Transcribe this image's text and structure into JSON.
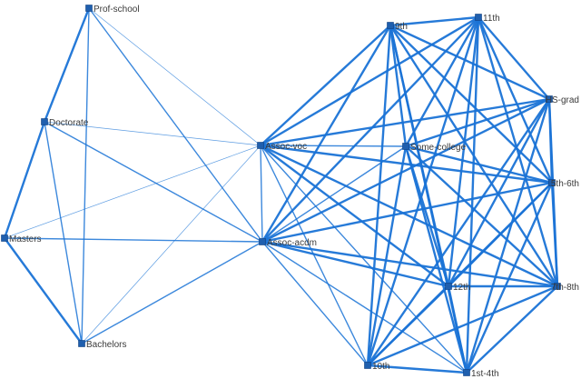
{
  "graph": {
    "edge_color": "#1a73d6",
    "node_color": "#1f5fae",
    "nodes": [
      {
        "id": "prof-school",
        "label": "Prof-school"
      },
      {
        "id": "doctorate",
        "label": "Doctorate"
      },
      {
        "id": "masters",
        "label": "Masters"
      },
      {
        "id": "bachelors",
        "label": "Bachelors"
      },
      {
        "id": "assoc-voc",
        "label": "Assoc-voc"
      },
      {
        "id": "assoc-acdm",
        "label": "Assoc-acdm"
      },
      {
        "id": "9th",
        "label": "9th"
      },
      {
        "id": "11th",
        "label": "11th"
      },
      {
        "id": "hs-grad",
        "label": "HS-grad"
      },
      {
        "id": "some-college",
        "label": "Some-college"
      },
      {
        "id": "5th-6th",
        "label": "5th-6th"
      },
      {
        "id": "12th",
        "label": "12th"
      },
      {
        "id": "7th-8th",
        "label": "7th-8th"
      },
      {
        "id": "10th",
        "label": "10th"
      },
      {
        "id": "1st-4th",
        "label": "1st-4th"
      }
    ],
    "edges": [
      {
        "source": "prof-school",
        "target": "doctorate",
        "weight": "strong"
      },
      {
        "source": "prof-school",
        "target": "bachelors",
        "weight": "medium"
      },
      {
        "source": "prof-school",
        "target": "assoc-voc",
        "weight": "weak"
      },
      {
        "source": "prof-school",
        "target": "assoc-acdm",
        "weight": "medium"
      },
      {
        "source": "doctorate",
        "target": "masters",
        "weight": "strong"
      },
      {
        "source": "doctorate",
        "target": "bachelors",
        "weight": "medium"
      },
      {
        "source": "doctorate",
        "target": "assoc-voc",
        "weight": "weak"
      },
      {
        "source": "doctorate",
        "target": "assoc-acdm",
        "weight": "medium"
      },
      {
        "source": "masters",
        "target": "bachelors",
        "weight": "strong"
      },
      {
        "source": "masters",
        "target": "assoc-voc",
        "weight": "weak"
      },
      {
        "source": "masters",
        "target": "assoc-acdm",
        "weight": "medium"
      },
      {
        "source": "bachelors",
        "target": "assoc-voc",
        "weight": "weak"
      },
      {
        "source": "bachelors",
        "target": "assoc-acdm",
        "weight": "medium"
      },
      {
        "source": "assoc-voc",
        "target": "assoc-acdm",
        "weight": "medium"
      },
      {
        "source": "assoc-voc",
        "target": "9th",
        "weight": "strong"
      },
      {
        "source": "assoc-voc",
        "target": "11th",
        "weight": "strong"
      },
      {
        "source": "assoc-voc",
        "target": "hs-grad",
        "weight": "strong"
      },
      {
        "source": "assoc-voc",
        "target": "some-college",
        "weight": "medium"
      },
      {
        "source": "assoc-voc",
        "target": "5th-6th",
        "weight": "strong"
      },
      {
        "source": "assoc-voc",
        "target": "12th",
        "weight": "strong"
      },
      {
        "source": "assoc-voc",
        "target": "7th-8th",
        "weight": "strong"
      },
      {
        "source": "assoc-voc",
        "target": "10th",
        "weight": "medium"
      },
      {
        "source": "assoc-voc",
        "target": "1st-4th",
        "weight": "medium"
      },
      {
        "source": "assoc-acdm",
        "target": "9th",
        "weight": "strong"
      },
      {
        "source": "assoc-acdm",
        "target": "11th",
        "weight": "strong"
      },
      {
        "source": "assoc-acdm",
        "target": "hs-grad",
        "weight": "strong"
      },
      {
        "source": "assoc-acdm",
        "target": "some-college",
        "weight": "medium"
      },
      {
        "source": "assoc-acdm",
        "target": "5th-6th",
        "weight": "strong"
      },
      {
        "source": "assoc-acdm",
        "target": "12th",
        "weight": "strong"
      },
      {
        "source": "assoc-acdm",
        "target": "7th-8th",
        "weight": "strong"
      },
      {
        "source": "assoc-acdm",
        "target": "10th",
        "weight": "medium"
      },
      {
        "source": "assoc-acdm",
        "target": "1st-4th",
        "weight": "medium"
      },
      {
        "source": "9th",
        "target": "11th",
        "weight": "strong"
      },
      {
        "source": "9th",
        "target": "hs-grad",
        "weight": "strong"
      },
      {
        "source": "9th",
        "target": "some-college",
        "weight": "strong"
      },
      {
        "source": "9th",
        "target": "5th-6th",
        "weight": "strong"
      },
      {
        "source": "9th",
        "target": "12th",
        "weight": "strong"
      },
      {
        "source": "9th",
        "target": "7th-8th",
        "weight": "strong"
      },
      {
        "source": "9th",
        "target": "10th",
        "weight": "strong"
      },
      {
        "source": "9th",
        "target": "1st-4th",
        "weight": "strong"
      },
      {
        "source": "11th",
        "target": "hs-grad",
        "weight": "strong"
      },
      {
        "source": "11th",
        "target": "some-college",
        "weight": "strong"
      },
      {
        "source": "11th",
        "target": "5th-6th",
        "weight": "strong"
      },
      {
        "source": "11th",
        "target": "12th",
        "weight": "strong"
      },
      {
        "source": "11th",
        "target": "7th-8th",
        "weight": "strong"
      },
      {
        "source": "11th",
        "target": "10th",
        "weight": "strong"
      },
      {
        "source": "11th",
        "target": "1st-4th",
        "weight": "strong"
      },
      {
        "source": "hs-grad",
        "target": "some-college",
        "weight": "strong"
      },
      {
        "source": "hs-grad",
        "target": "5th-6th",
        "weight": "strong"
      },
      {
        "source": "hs-grad",
        "target": "12th",
        "weight": "strong"
      },
      {
        "source": "hs-grad",
        "target": "7th-8th",
        "weight": "strong"
      },
      {
        "source": "hs-grad",
        "target": "10th",
        "weight": "strong"
      },
      {
        "source": "hs-grad",
        "target": "1st-4th",
        "weight": "strong"
      },
      {
        "source": "some-college",
        "target": "5th-6th",
        "weight": "strong"
      },
      {
        "source": "some-college",
        "target": "12th",
        "weight": "strong"
      },
      {
        "source": "some-college",
        "target": "7th-8th",
        "weight": "strong"
      },
      {
        "source": "some-college",
        "target": "10th",
        "weight": "strong"
      },
      {
        "source": "some-college",
        "target": "1st-4th",
        "weight": "strong"
      },
      {
        "source": "5th-6th",
        "target": "12th",
        "weight": "strong"
      },
      {
        "source": "5th-6th",
        "target": "7th-8th",
        "weight": "strong"
      },
      {
        "source": "5th-6th",
        "target": "10th",
        "weight": "strong"
      },
      {
        "source": "5th-6th",
        "target": "1st-4th",
        "weight": "strong"
      },
      {
        "source": "12th",
        "target": "7th-8th",
        "weight": "strong"
      },
      {
        "source": "12th",
        "target": "10th",
        "weight": "strong"
      },
      {
        "source": "12th",
        "target": "1st-4th",
        "weight": "strong"
      },
      {
        "source": "7th-8th",
        "target": "10th",
        "weight": "strong"
      },
      {
        "source": "7th-8th",
        "target": "1st-4th",
        "weight": "strong"
      },
      {
        "source": "10th",
        "target": "1st-4th",
        "weight": "strong"
      }
    ]
  }
}
